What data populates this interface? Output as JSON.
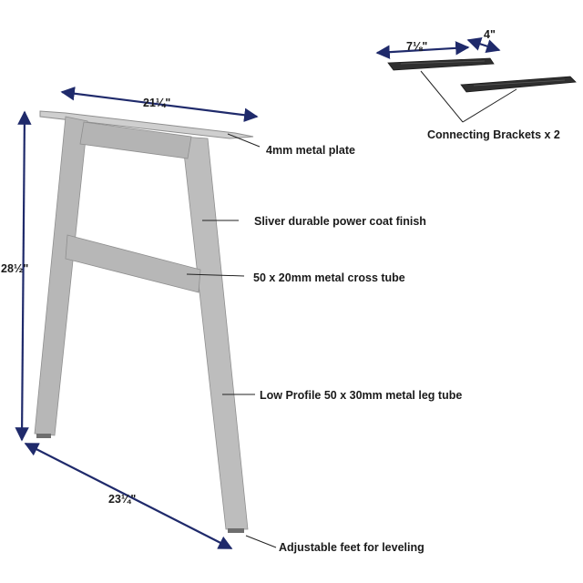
{
  "dimensions": {
    "top_width": "21¼\"",
    "height": "28½\"",
    "depth": "23¼\"",
    "bracket_length": "7⅛\"",
    "bracket_width": "4\""
  },
  "labels": {
    "plate": "4mm metal plate",
    "finish": "Sliver durable power coat finish",
    "cross_tube": "50 x 20mm metal cross tube",
    "leg_tube": "Low Profile 50 x 30mm metal leg tube",
    "feet": "Adjustable feet for leveling",
    "brackets": "Connecting Brackets x 2"
  },
  "colors": {
    "metal": "#b9b9b9",
    "metal_dark": "#9c9c9c",
    "bracket": "#2e2e2e",
    "arrow": "#1f2a6b",
    "leader": "#222222"
  }
}
